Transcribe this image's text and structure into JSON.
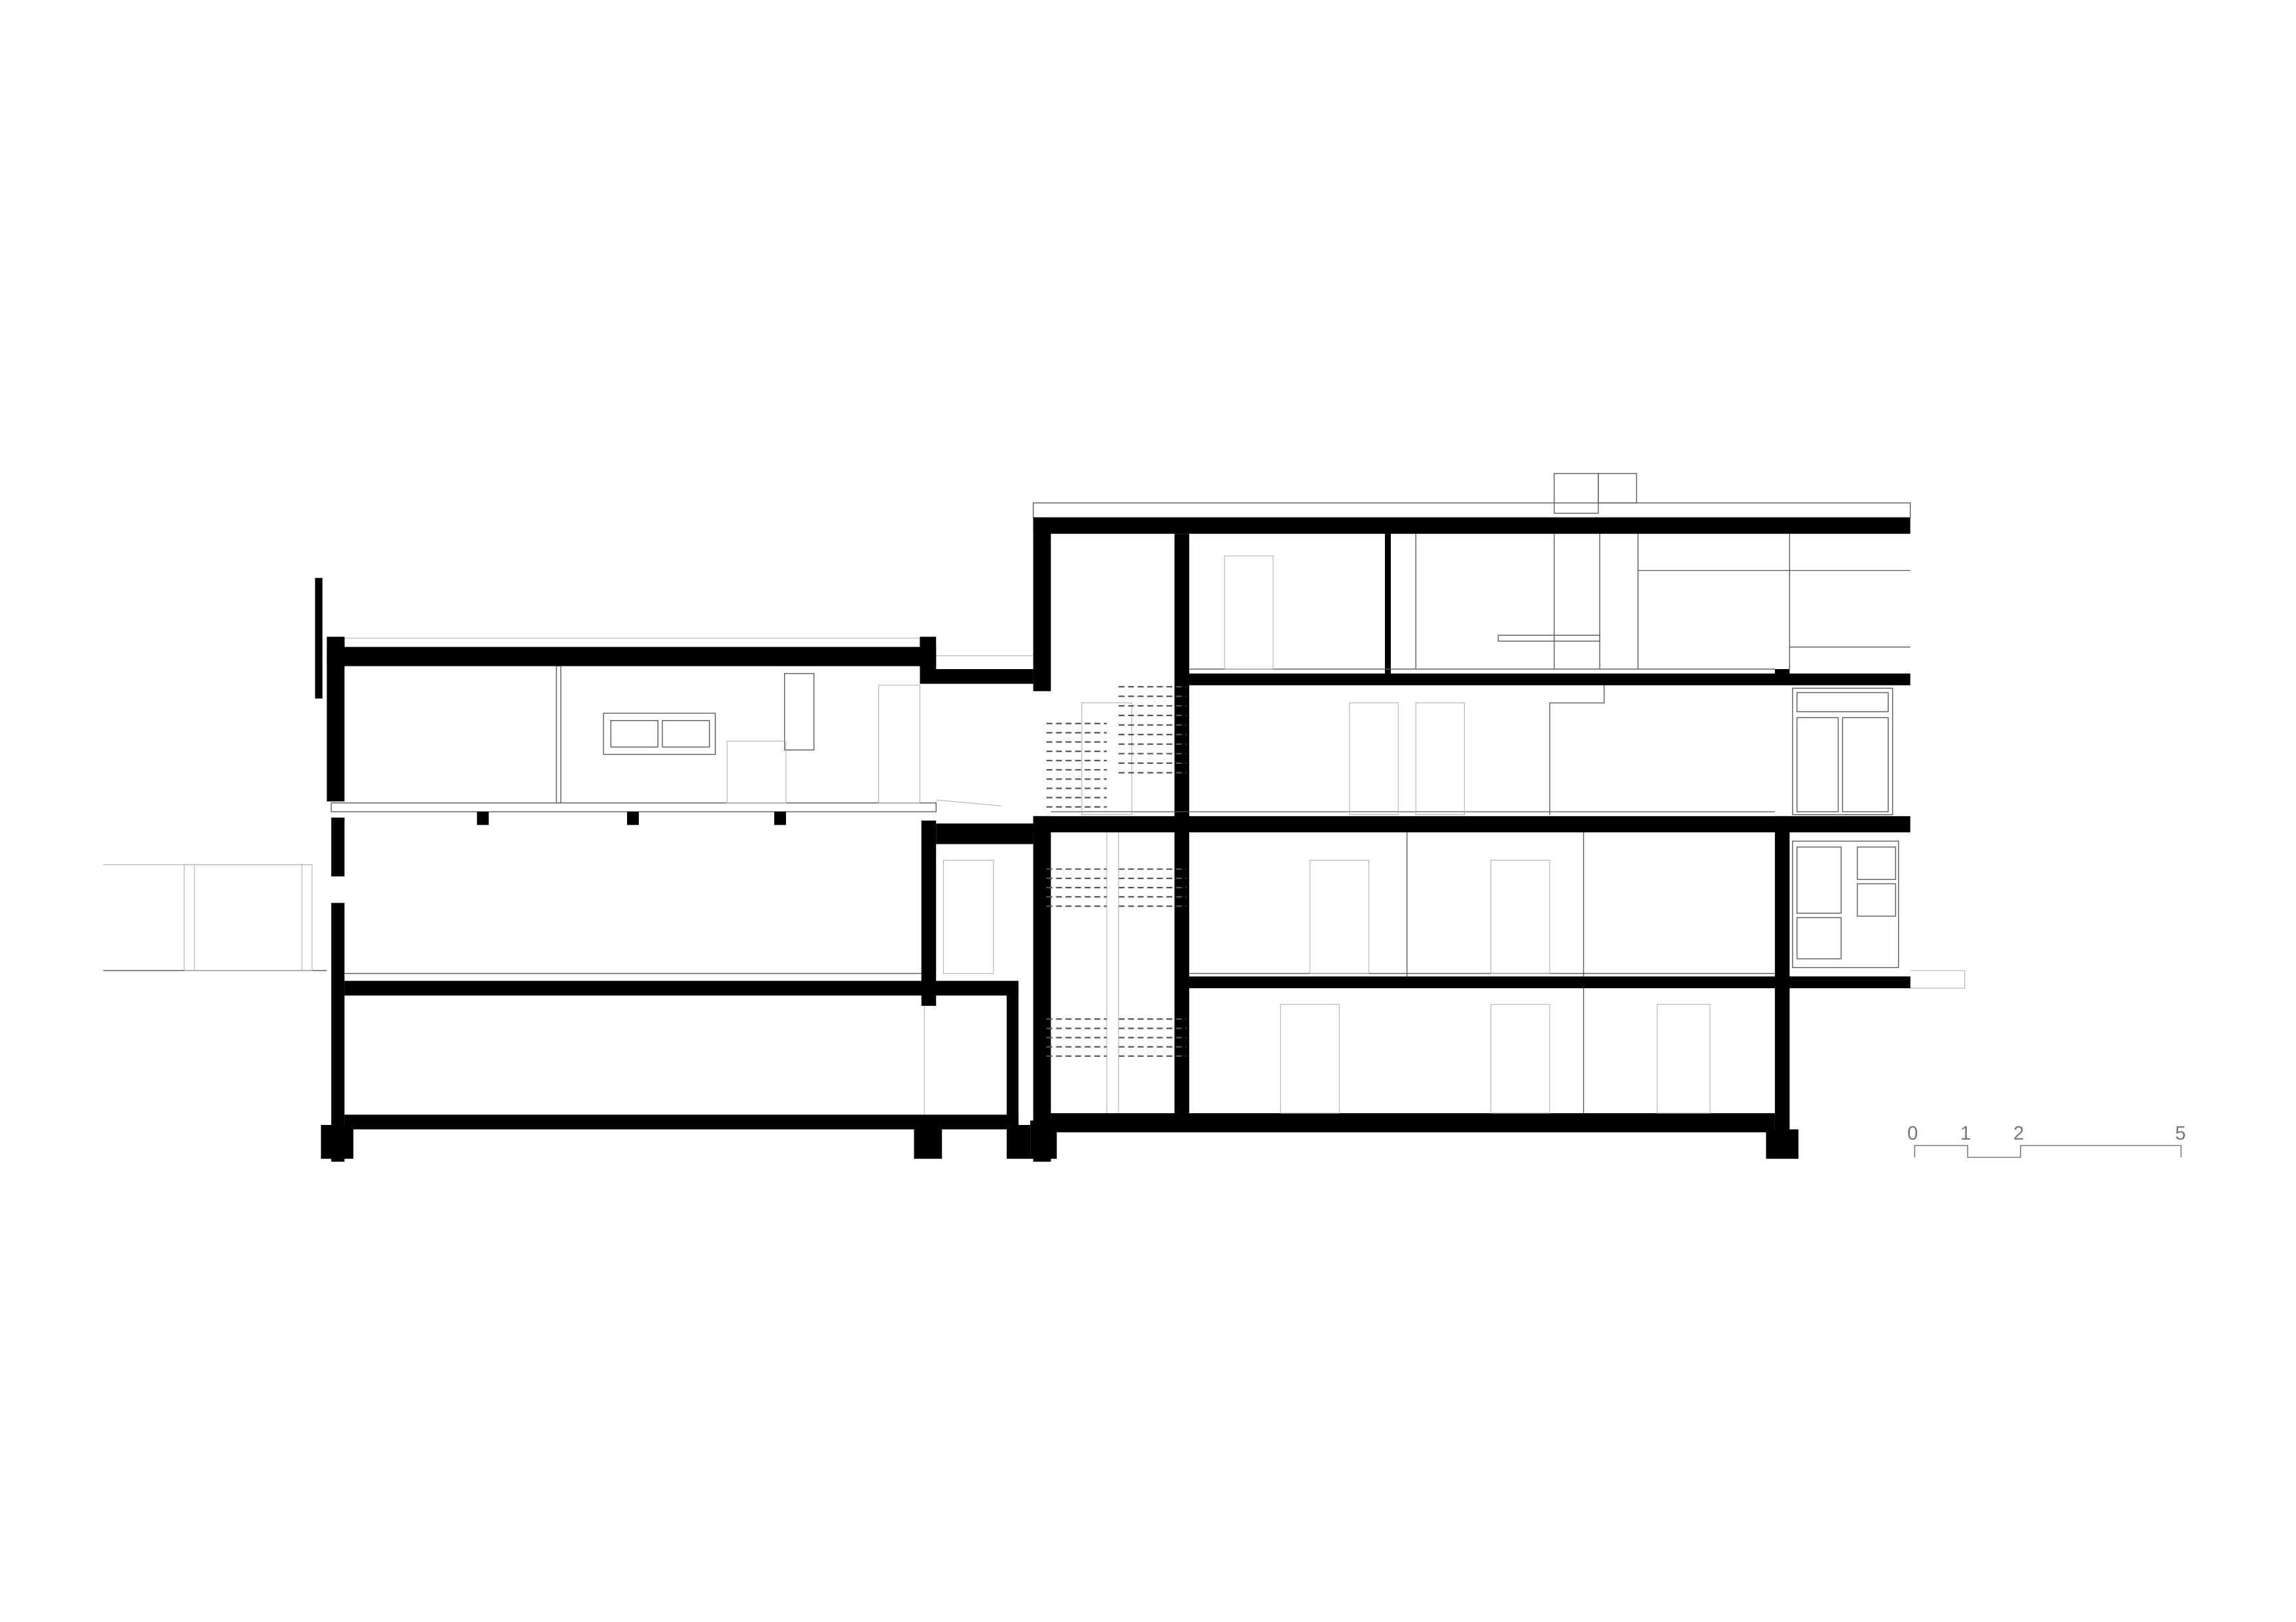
{
  "drawing": {
    "type": "building-section"
  },
  "scale_bar": {
    "labels": [
      "0",
      "1",
      "2",
      "5"
    ],
    "unit_values": [
      0,
      1,
      2,
      5
    ]
  }
}
